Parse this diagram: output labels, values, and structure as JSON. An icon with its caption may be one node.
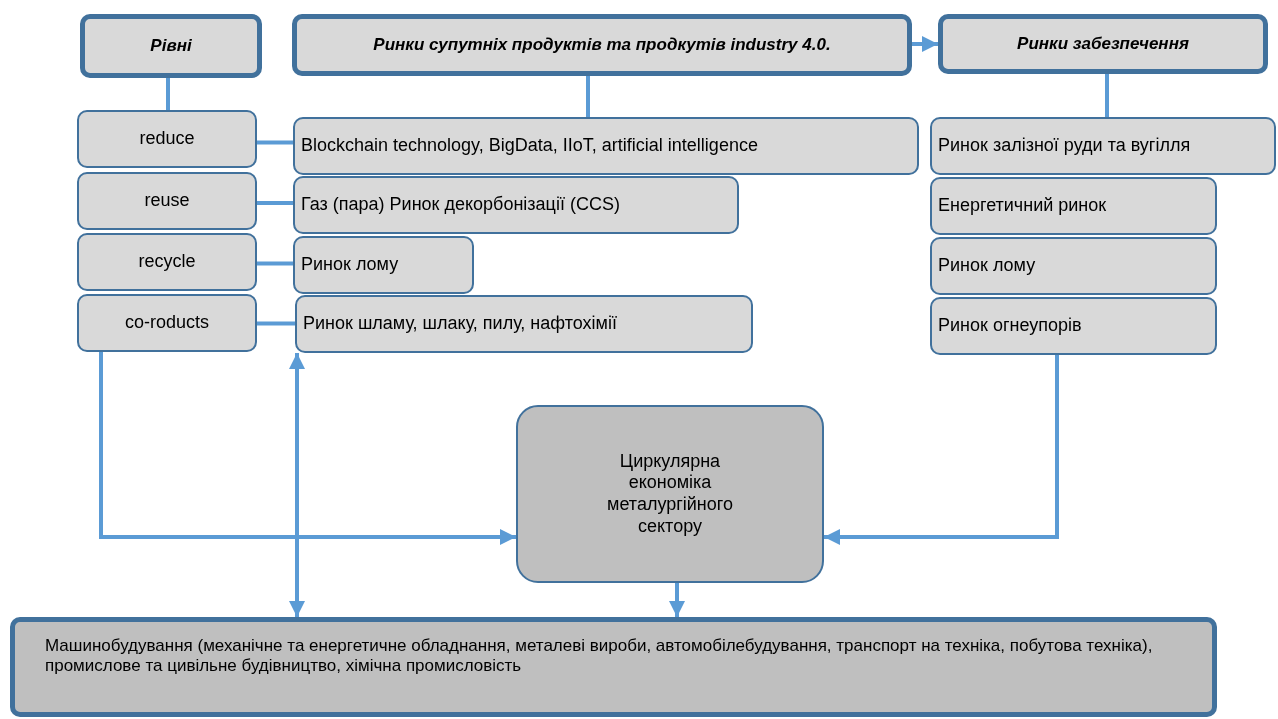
{
  "diagram": {
    "nodes": [
      {
        "text": [
          "Рівні"
        ]
      },
      {
        "text": [
          "Ринки супутніх продуктів та продкутів industry 4.0."
        ]
      },
      {
        "text": [
          "Ринки забезпечення"
        ]
      },
      {
        "text": [
          "reduce"
        ]
      },
      {
        "text": [
          "reuse"
        ]
      },
      {
        "text": [
          "recycle"
        ]
      },
      {
        "text": [
          "co-roducts"
        ]
      },
      {
        "text": [
          "Blockchain technology, BigData, IIoT, artificial intelligence"
        ]
      },
      {
        "text": [
          "Газ (пара) Ринок декорбонізації (CCS)"
        ]
      },
      {
        "text": [
          "Ринок лому"
        ]
      },
      {
        "text": [
          "Ринок шламу, шлаку, пилу, нафтохімії"
        ]
      },
      {
        "text": [
          "Ринок залізної руди та вугілля"
        ]
      },
      {
        "text": [
          "Енергетичний ринок"
        ]
      },
      {
        "text": [
          "Ринок лому"
        ]
      },
      {
        "text": [
          "Ринок огнеупорів"
        ]
      },
      {
        "text": [
          "Циркулярна економіка металургійного сектору"
        ]
      },
      {
        "text": [
          "Машинобудування (механічне та енергетичне обладнання, металеві вироби, автомобілебудування, транспорт на техніка, побутова техніка), промислове та цивільне будівництво, хімічна промисловість"
        ]
      }
    ],
    "edges": [
      {
        "from": 0,
        "to": 3,
        "arrow": "none"
      },
      {
        "from": 1,
        "to": 2,
        "arrow": "to"
      },
      {
        "from": 1,
        "to": 7,
        "arrow": "none"
      },
      {
        "from": 2,
        "to": 11,
        "arrow": "none"
      },
      {
        "from": 3,
        "to": 7,
        "arrow": "none"
      },
      {
        "from": 4,
        "to": 8,
        "arrow": "none"
      },
      {
        "from": 5,
        "to": 9,
        "arrow": "none"
      },
      {
        "from": 6,
        "to": 10,
        "arrow": "none"
      },
      {
        "from": 6,
        "to": 15,
        "arrow": "to"
      },
      {
        "from": 14,
        "to": 15,
        "arrow": "to"
      },
      {
        "from": 10,
        "to": 16,
        "arrow": "both"
      },
      {
        "from": 15,
        "to": 16,
        "arrow": "to"
      }
    ]
  }
}
